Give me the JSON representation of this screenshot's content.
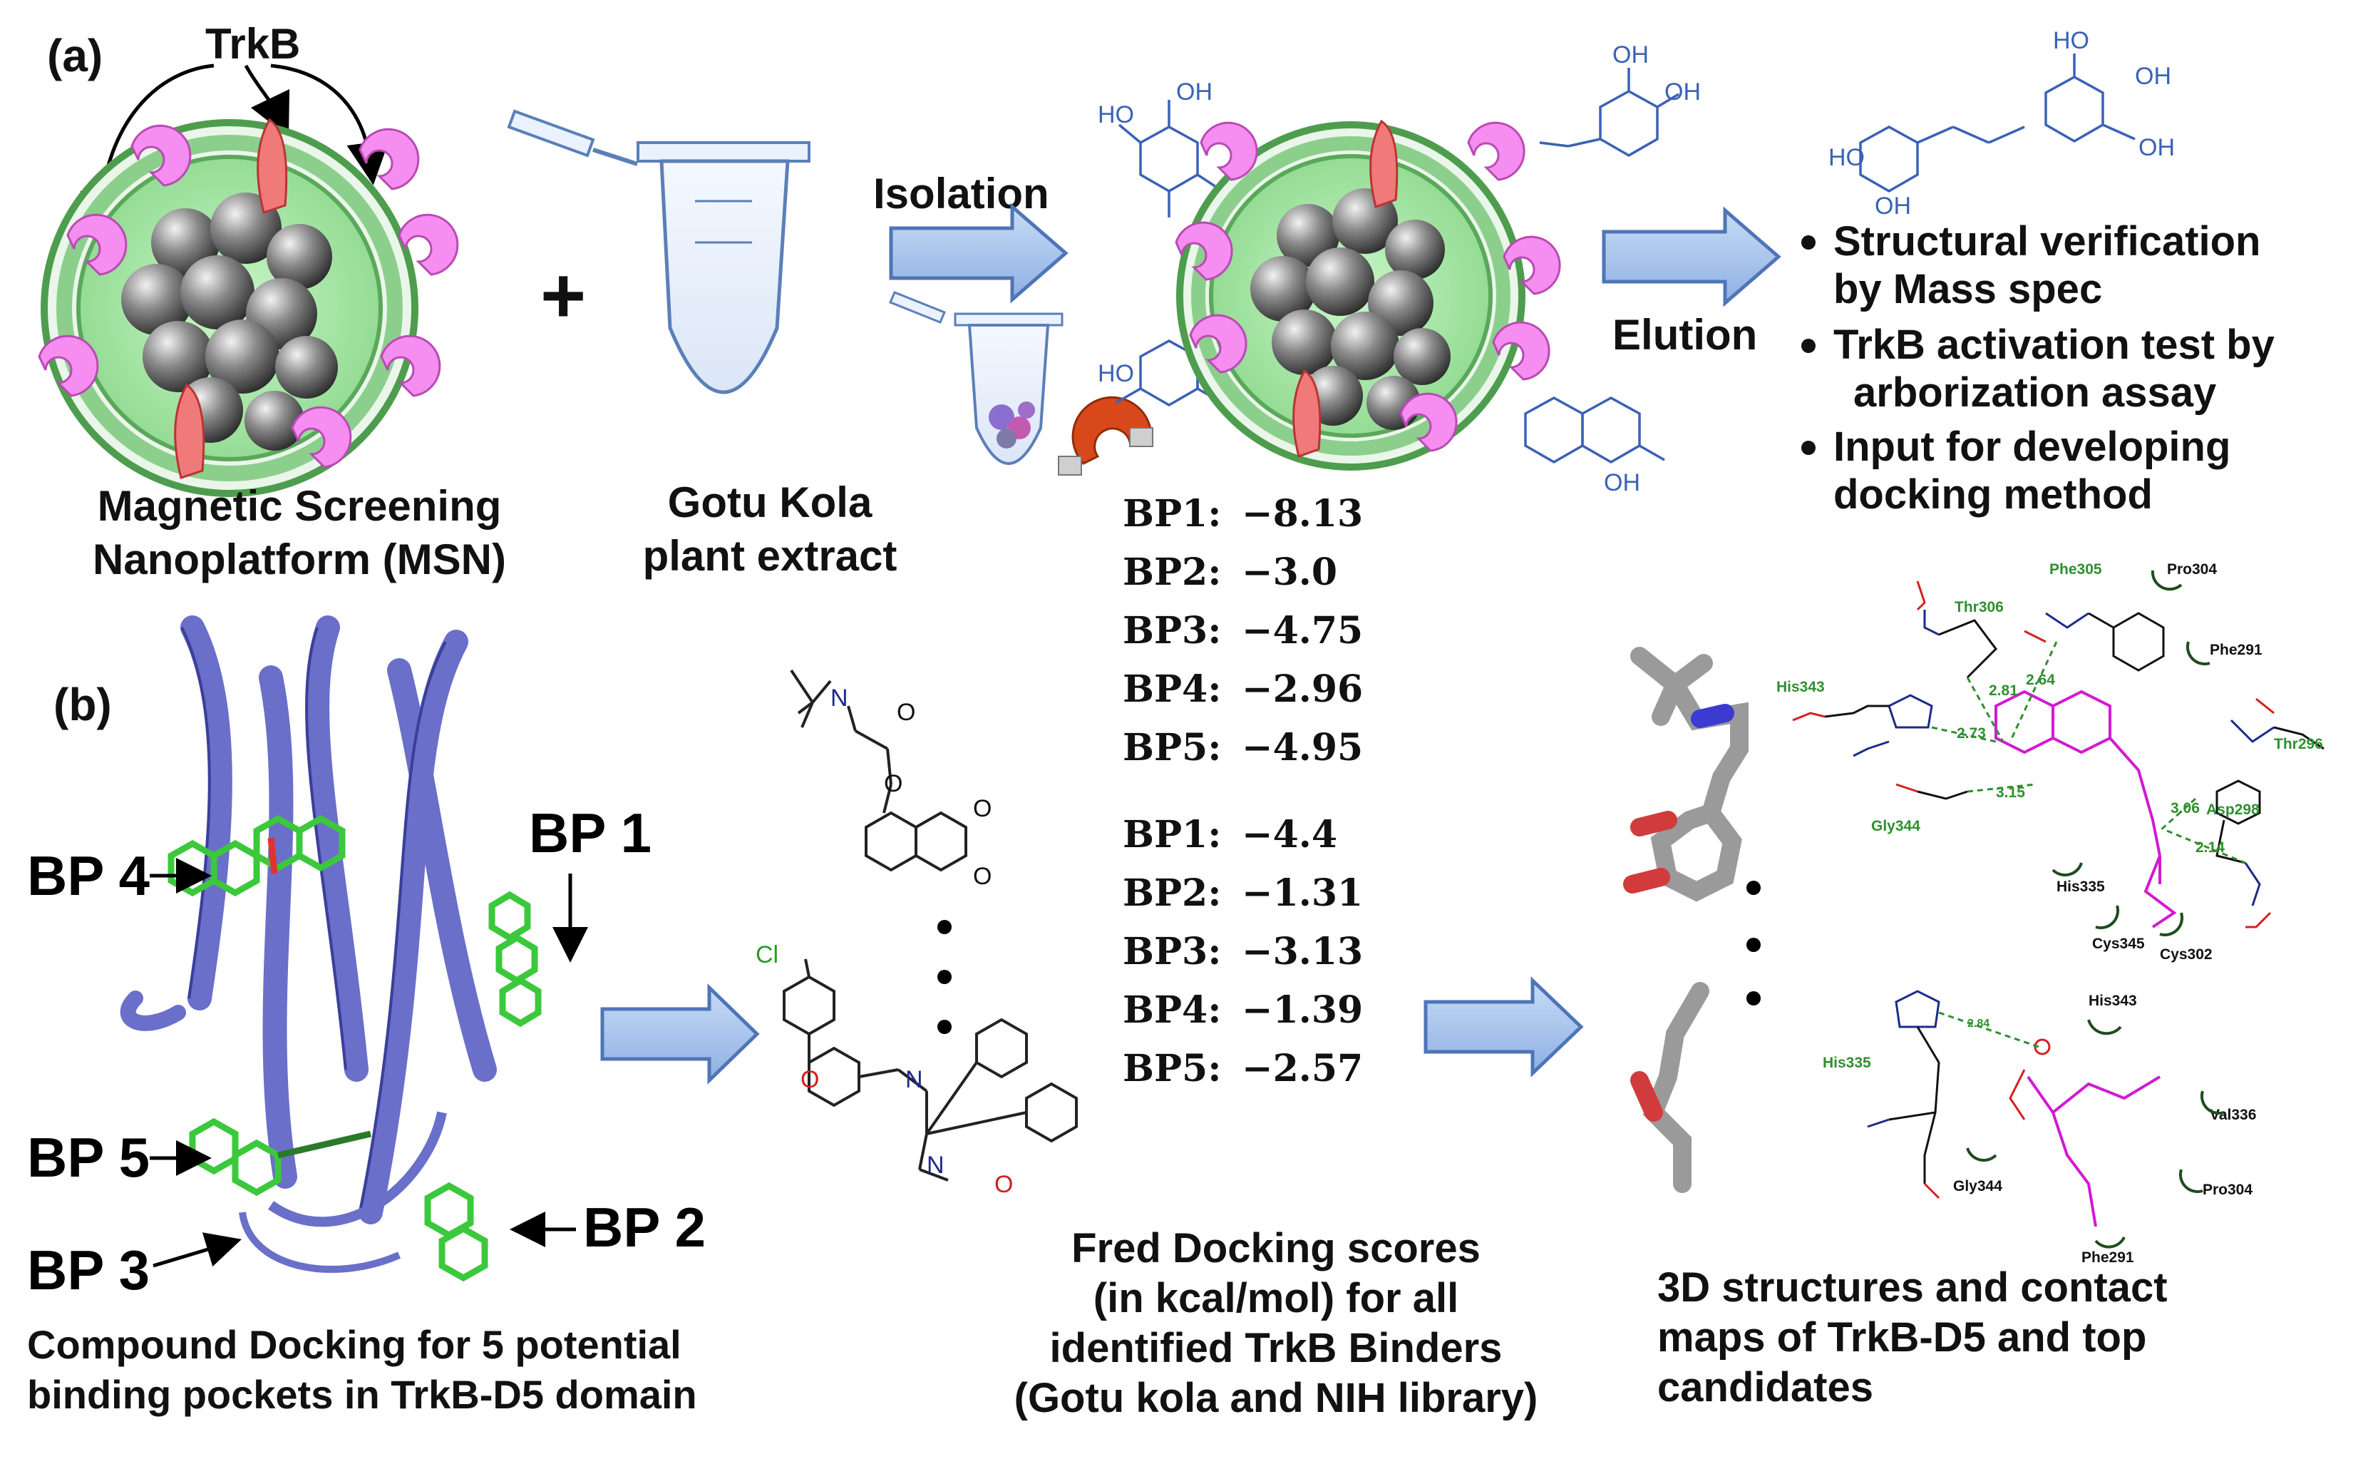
{
  "panel_a": {
    "label": "(a)",
    "trkb_label": "TrkB",
    "plus": "+",
    "msn_caption": [
      "Magnetic Screening",
      "Nanoplatform (MSN)"
    ],
    "extract_caption": [
      "Gotu Kola",
      "plant extract"
    ],
    "isolation": "Isolation",
    "elution": "Elution",
    "bullets": [
      [
        "Structural verification",
        "by Mass spec"
      ],
      [
        "TrkB activation test by",
        "arborization assay"
      ],
      [
        "Input for  developing",
        "docking method"
      ]
    ],
    "chem_labels": [
      "HO",
      "OH",
      "OH",
      "OH",
      "HO",
      "OH"
    ]
  },
  "panel_b": {
    "label": "(b)",
    "bp_labels": [
      "BP 4",
      "BP 1",
      "BP 5",
      "BP 3",
      "BP 2"
    ],
    "protein_caption": [
      "Compound Docking for 5 potential",
      "binding pockets in TrkB-D5 domain"
    ],
    "chem_atoms": [
      "N",
      "O",
      "O",
      "O",
      "O",
      "Cl",
      "O",
      "N",
      "N",
      "O"
    ],
    "scores_gotu": [
      {
        "label": "BP1:",
        "value": "−8.13"
      },
      {
        "label": "BP2:",
        "value": "−3.0"
      },
      {
        "label": "BP3:",
        "value": "−4.75"
      },
      {
        "label": "BP4:",
        "value": "−2.96"
      },
      {
        "label": "BP5:",
        "value": "−4.95"
      }
    ],
    "scores_nih": [
      {
        "label": "BP1:",
        "value": "−4.4"
      },
      {
        "label": "BP2:",
        "value": "−1.31"
      },
      {
        "label": "BP3:",
        "value": "−3.13"
      },
      {
        "label": "BP4:",
        "value": "−1.39"
      },
      {
        "label": "BP5:",
        "value": "−2.57"
      }
    ],
    "scores_caption": [
      "Fred Docking scores",
      "(in kcal/mol) for all",
      "identified TrkB Binders",
      "(Gotu kola and NIH library)"
    ],
    "structures_caption": [
      "3D  structures  and  contact",
      "maps  of  TrkB-D5  and  top",
      "candidates"
    ],
    "contact_map_1": {
      "residues_green": [
        "Thr306",
        "Phe305",
        "His343",
        "Thr296",
        "Gly344",
        "Asp298"
      ],
      "residues_black": [
        "Pro304",
        "Phe291",
        "His335",
        "Cys345",
        "Cys302"
      ],
      "distances": [
        "2.73",
        "2.64",
        "2.81",
        "3.15",
        "3.06",
        "2.14"
      ]
    },
    "contact_map_2": {
      "residues_green": [
        "His335"
      ],
      "residues_black": [
        "His343",
        "Val336",
        "Gly344",
        "Pro304",
        "Phe291"
      ],
      "distances": [
        "2.84"
      ]
    }
  },
  "colors": {
    "arrow_fill": "#a9c4ec",
    "arrow_stroke": "#4f75b8",
    "ribbon": "#6a6fc9",
    "ligand": "#3cc83c",
    "shell": "#9be39b",
    "receptor": "#f58ef0",
    "trkb": "#f07a7a",
    "chem_blue": "#3a62b5",
    "contact_green": "#2f8f2f",
    "contact_red": "#d61f1f",
    "contact_blue": "#1d2a8a",
    "contact_magenta": "#d21ad2"
  }
}
